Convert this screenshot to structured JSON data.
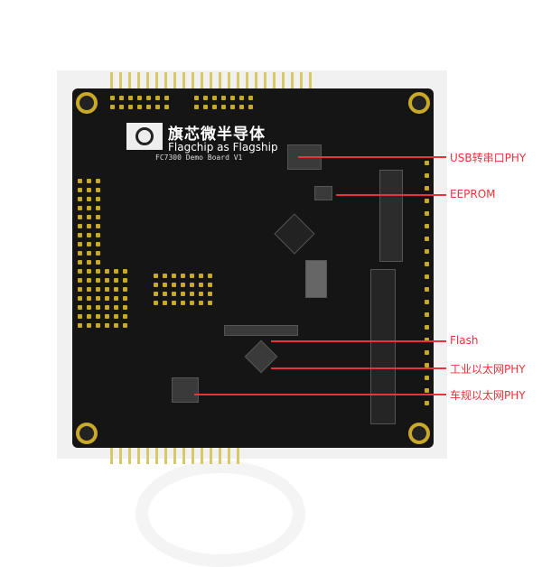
{
  "board": {
    "brand_cn": "旗芯微半导体",
    "brand_en": "Flagchip as Flagship",
    "model": "FC7300 Demo Board V1"
  },
  "callouts": [
    {
      "label": "USB转串口PHY"
    },
    {
      "label": "EEPROM"
    },
    {
      "label": "Flash"
    },
    {
      "label": "工业以太网PHY"
    },
    {
      "label": "车规以太网PHY"
    }
  ],
  "colors": {
    "callout": "#e8333b",
    "board": "#151515",
    "gold": "#c9a92a"
  }
}
